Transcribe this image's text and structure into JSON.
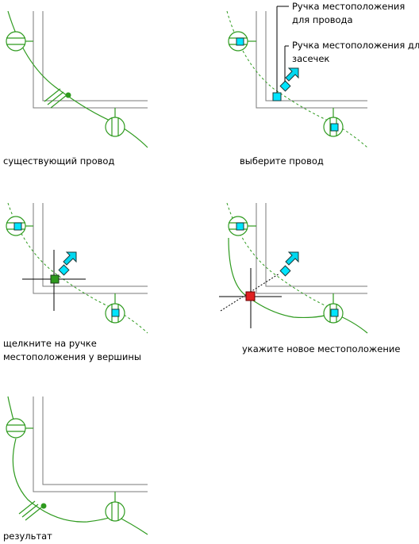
{
  "panels": [
    {
      "id": "p1",
      "caption_lines": [
        "существующий провод"
      ]
    },
    {
      "id": "p2",
      "caption_lines": [
        "выберите провод"
      ],
      "callouts": {
        "wire_grip": [
          "Ручка местоположения",
          "для провода"
        ],
        "tick_grip": [
          "Ручка местоположения для",
          "засечек"
        ]
      }
    },
    {
      "id": "p3",
      "caption_lines": [
        "щелкните на ручке",
        "местоположения у вершины"
      ]
    },
    {
      "id": "p4",
      "caption_lines": [
        "укажите новое местоположение"
      ]
    },
    {
      "id": "p5",
      "caption_lines": [
        "результат"
      ]
    }
  ],
  "colors": {
    "wire": "#2e9a1e",
    "wall": "#7a7a7a",
    "grip": "#00e5ff",
    "active_grip": "#e02020",
    "background": "#ffffff"
  }
}
